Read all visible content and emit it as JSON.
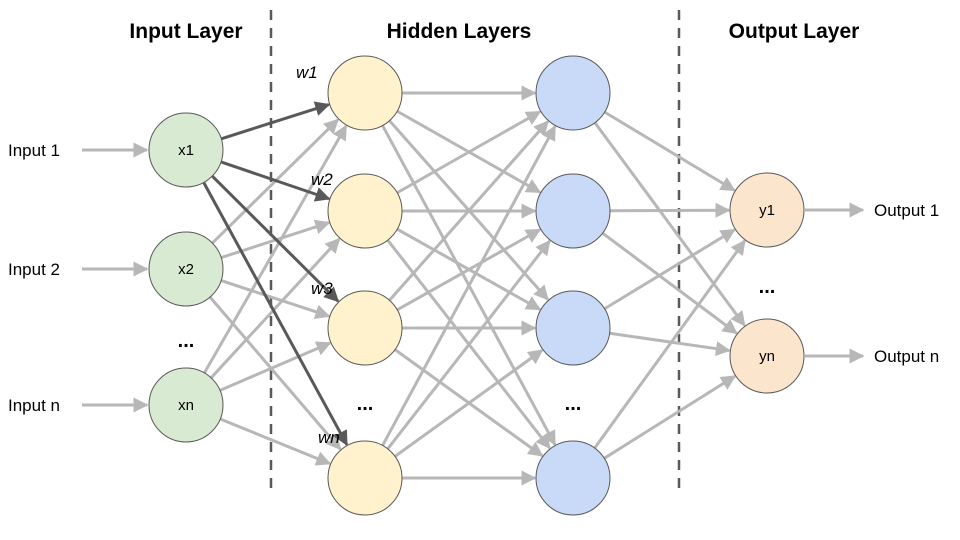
{
  "titles": {
    "input_layer": "Input Layer",
    "hidden_layers": "Hidden Layers",
    "output_layer": "Output Layer"
  },
  "inputs": [
    {
      "label": "Input 1",
      "node": "x1"
    },
    {
      "label": "Input 2",
      "node": "x2"
    },
    {
      "label": "Input n",
      "node": "xn"
    }
  ],
  "outputs": [
    {
      "label": "Output 1",
      "node": "y1"
    },
    {
      "label": "Output n",
      "node": "yn"
    }
  ],
  "hidden_layers": [
    {
      "name": "hidden-layer-1",
      "node_count_shown": 4
    },
    {
      "name": "hidden-layer-2",
      "node_count_shown": 4
    }
  ],
  "weights": [
    "w1",
    "w2",
    "w3",
    "wn"
  ],
  "ellipsis": "...",
  "colors": {
    "input_node": "#d9ead3",
    "hidden1_node": "#fff2cc",
    "hidden2_node": "#c9daf8",
    "output_node": "#fce5cd",
    "node_stroke": "#595959",
    "edge": "#b7b7b7",
    "highlight_edge": "#595959",
    "divider": "#595959"
  }
}
